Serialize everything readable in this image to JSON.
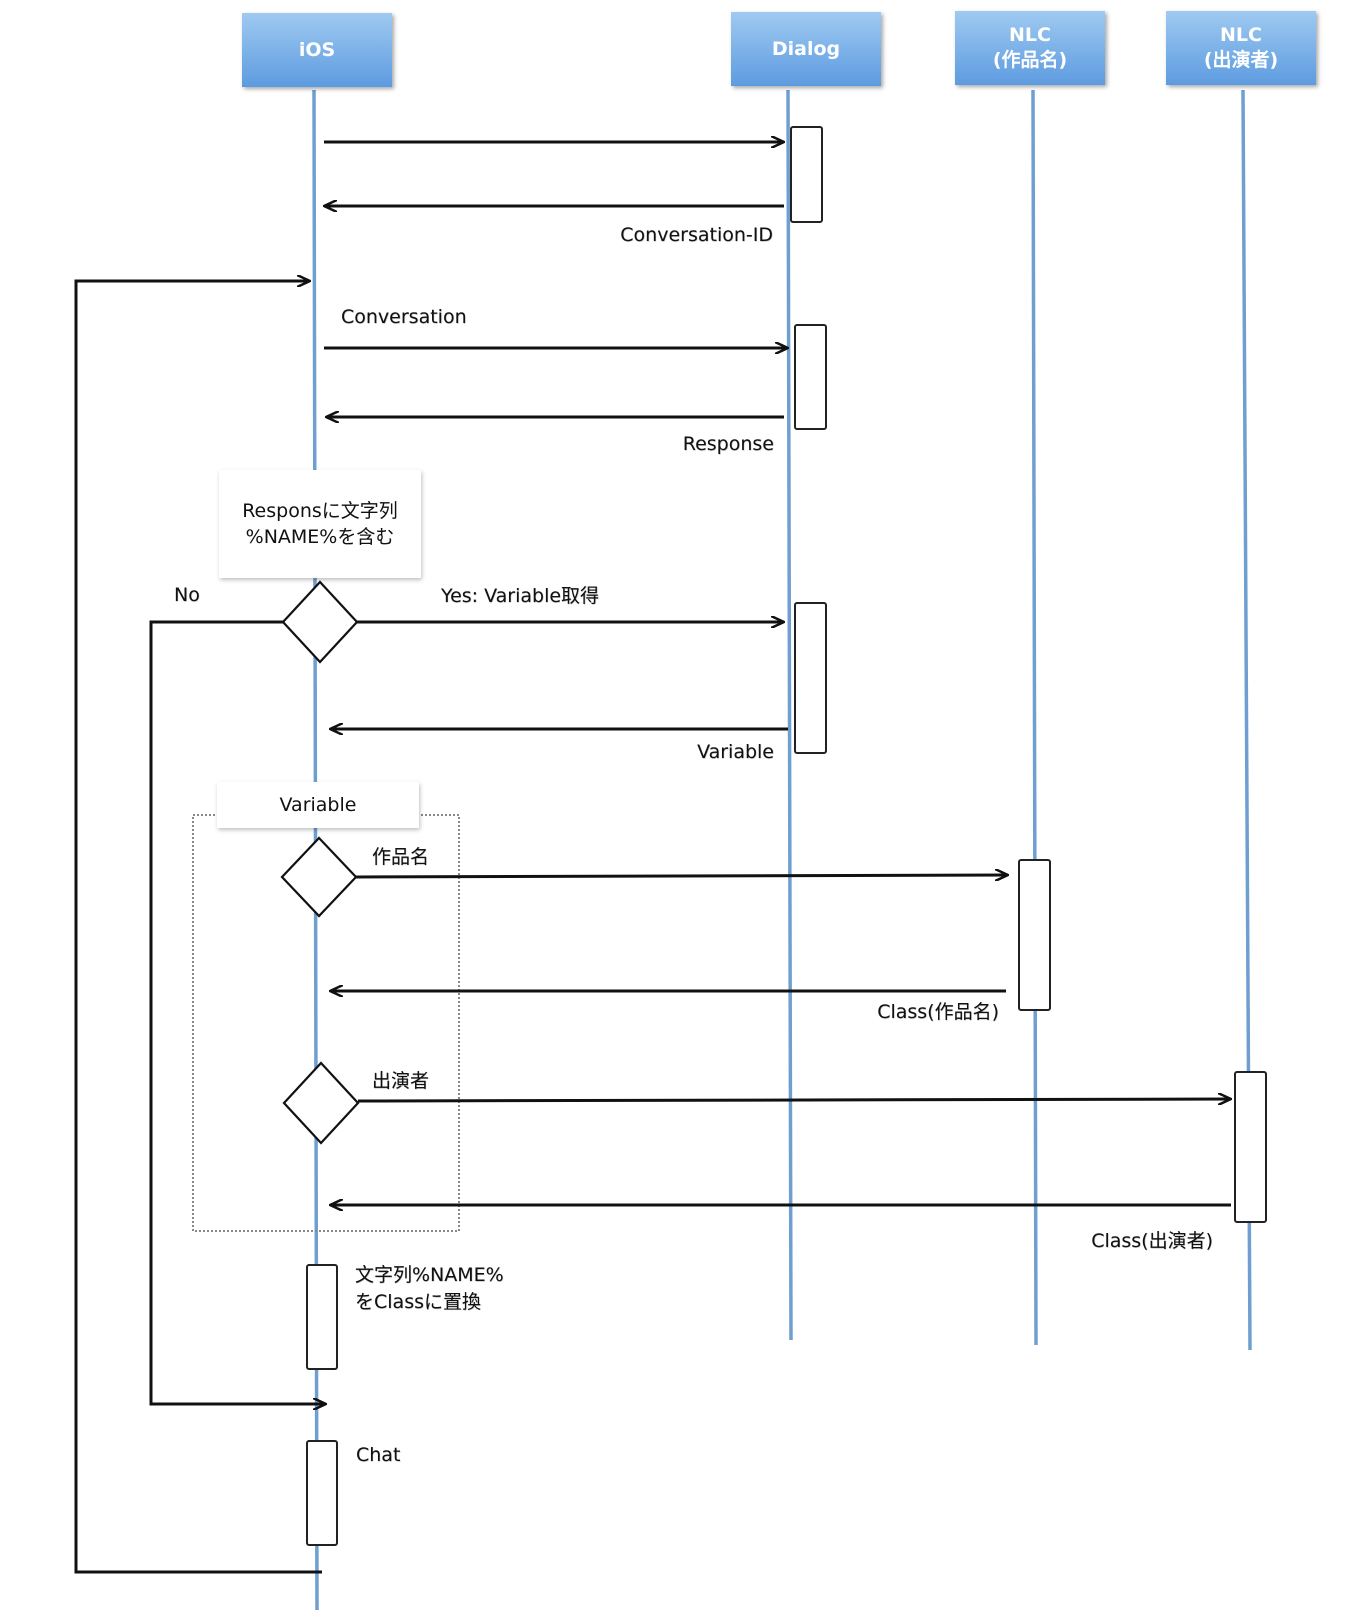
{
  "actors": {
    "ios": {
      "lines": [
        "iOS"
      ]
    },
    "dialog": {
      "lines": [
        "Dialog"
      ]
    },
    "nlc_title": {
      "lines": [
        "NLC",
        "(作品名)"
      ]
    },
    "nlc_cast": {
      "lines": [
        "NLC",
        "(出演者)"
      ]
    }
  },
  "messages": {
    "conversation_id": "Conversation-ID",
    "conversation": "Conversation",
    "response": "Response",
    "yes_variable": "Yes: Variable取得",
    "no": "No",
    "variable": "Variable",
    "title": "作品名",
    "class_title": "Class(作品名)",
    "cast": "出演者",
    "class_cast": "Class(出演者)",
    "chat": "Chat"
  },
  "notes": {
    "condition": [
      "Responsに文字列",
      "%NAME%を含む"
    ],
    "variable_frame": "Variable",
    "replace": [
      "文字列%NAME%",
      "をClassに置換"
    ]
  },
  "colors": {
    "actor_top": "#9fcaf1",
    "actor_bottom": "#5d9be0",
    "lifeline": "#6f9fd0",
    "arrow": "#111111"
  }
}
